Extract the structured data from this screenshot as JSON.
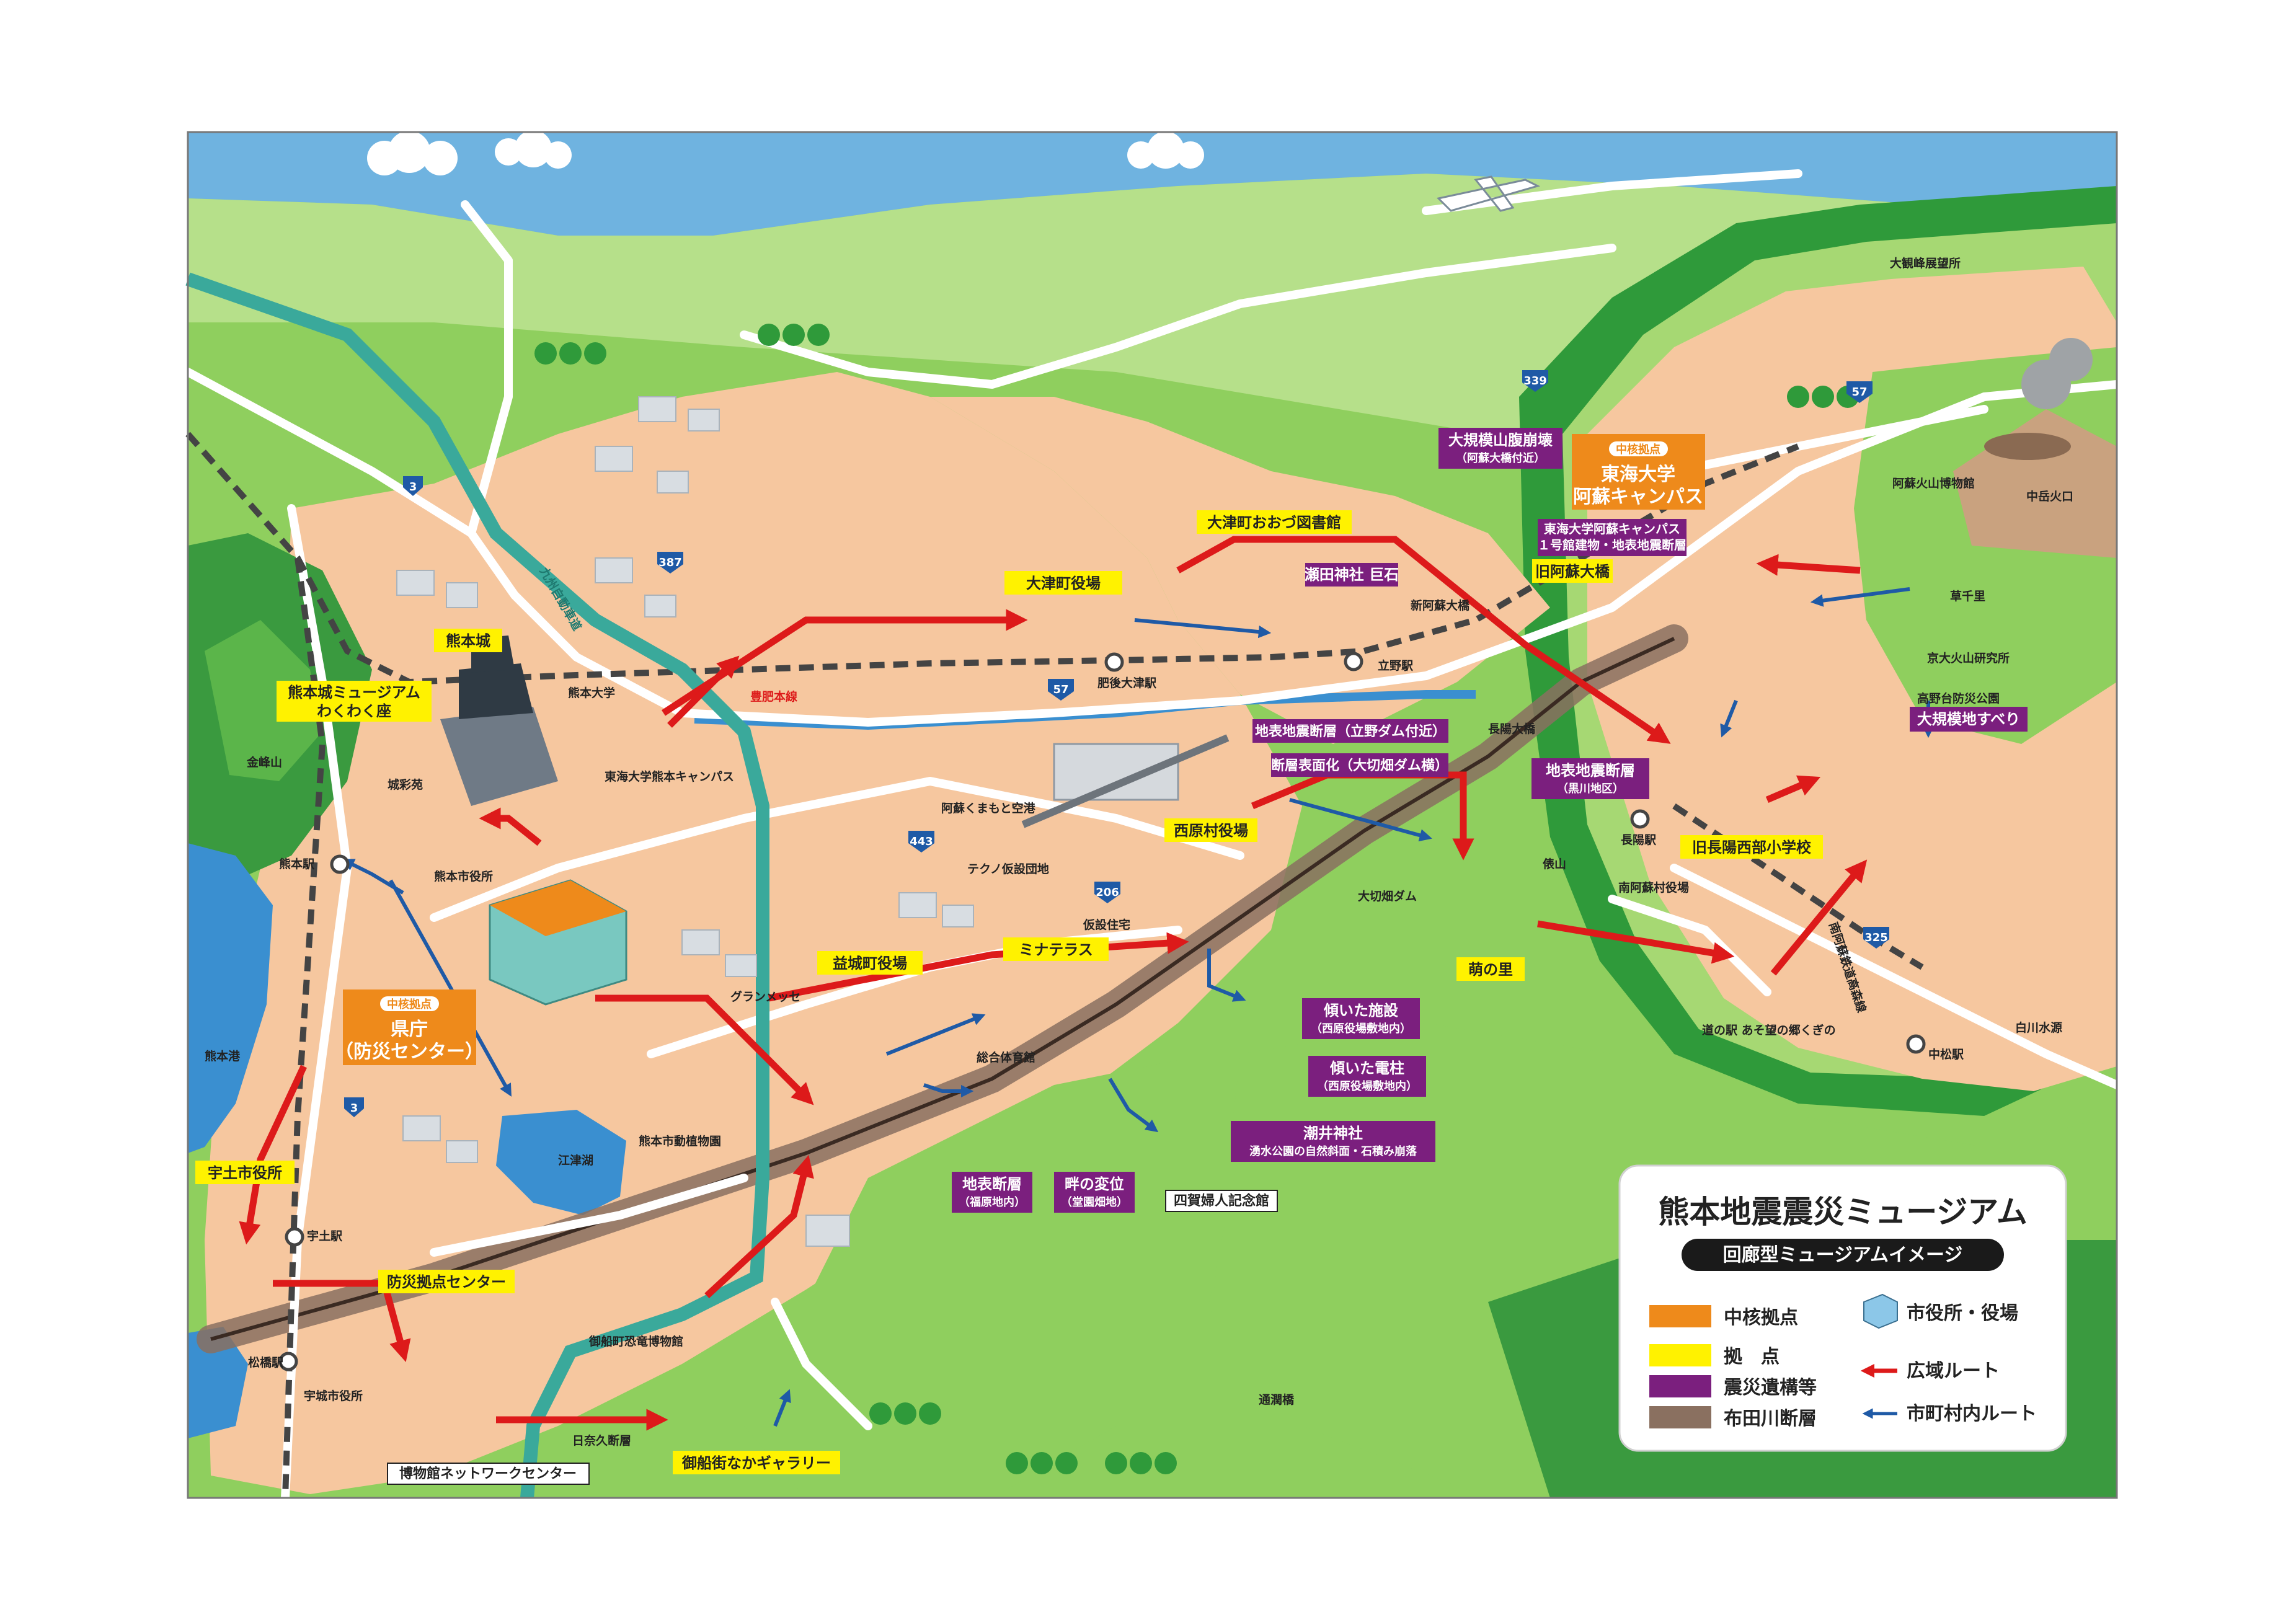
{
  "legend": {
    "title": "熊本地震震災ミュージアム",
    "subtitle": "回廊型ミュージアムイメージ",
    "items": {
      "core": "中核拠点",
      "base": "拠　点",
      "relic": "震災遺構等",
      "fault": "布田川断層",
      "office": "市役所・役場",
      "wide_route": "広域ルート",
      "local_route": "市町村内ルート"
    },
    "colors": {
      "core": "#ee8a1b",
      "base": "#fff200",
      "relic": "#7b1f7e",
      "fault": "#8a7060",
      "wide_route": "#dd1a1a",
      "local_route": "#1f5aa6"
    }
  },
  "core_tag": "中核拠点",
  "labels": {
    "tokai_univ_aso": "東海大学\n阿蘇キャンパス",
    "prefecture": "県庁\n（防災センター）",
    "kumamotojo_museum": "熊本城ミュージアム\nわくわく座",
    "kumamotojo": "熊本城",
    "ozu_office": "大津町役場",
    "ozu_library": "大津町おおづ図書館",
    "seta_shrine": "瀬田神社 巨石",
    "landslide_hon": "大規模山腹崩壊",
    "landslide_hon_sub": "（阿蘇大橋付近）",
    "tokai_bldg": "東海大学阿蘇キャンパス\n１号館建物・地表地震断層",
    "old_aso_bridge": "旧阿蘇大橋",
    "fault_tateno": "地表地震断層（立野ダム付近）",
    "fault_okiri": "断層表面化（大切畑ダム横）",
    "fault_kurokawa": "地表地震断層",
    "fault_kurokawa_sub": "（黒川地区）",
    "old_choyo_school": "旧長陽西部小学校",
    "big_slide": "大規模地すべり",
    "nishihara_office": "西原村役場",
    "moe_no_sato": "萌の里",
    "tilted_facility": "傾いた施設",
    "tilted_facility_sub": "（西原役場敷地内）",
    "tilted_pole": "傾いた電柱",
    "tilted_pole_sub": "（西原役場敷地内）",
    "shioi_shrine": "潮井神社",
    "shioi_shrine_sub": "湧水公園の自然斜面・石積み崩落",
    "fault_fukuhara": "地表断層",
    "fault_fukuhara_sub": "（福原地内）",
    "azeno": "畔の変位",
    "azeno_sub": "（堂園畑地）",
    "yotsuga": "四賀婦人記念館",
    "minaterasu": "ミナテラス",
    "mashiki_office": "益城町役場",
    "uto_office": "宇土市役所",
    "bousai_center": "防災拠点センター",
    "mifune_gallery": "御船街なかギャラリー",
    "museum_network": "博物館ネットワークセンター"
  },
  "places": {
    "kinpozan": "金峰山",
    "kumamoto_station": "熊本駅",
    "kumamoto_port": "熊本港",
    "kumamoto_city_office": "熊本市役所",
    "josaien": "城彩苑",
    "kumamoto_univ": "熊本大学",
    "tokai_kumamoto": "東海大学熊本キャンパス",
    "zoo": "熊本市動植物園",
    "ezuko": "江津湖",
    "uto_station": "宇土駅",
    "matsubase_station": "松橋駅",
    "uki_office": "宇城市役所",
    "higo_ozu_station": "肥後大津駅",
    "hohi_line": "豊肥本線",
    "kyushu_expressway": "九州自動車道",
    "aso_airport": "阿蘇くまもと空港",
    "techno_housing": "テクノ仮設団地",
    "temp_housing": "仮設住宅",
    "grandmesse": "グランメッセ",
    "sports_center": "総合体育館",
    "mifune_dino": "御船町恐竜博物館",
    "hinagu_fault": "日奈久断層",
    "tsujun": "通潤橋",
    "tawarayama": "俵山",
    "okiri_dam": "大切畑ダム",
    "tateno_station": "立野駅",
    "shin_aso_bridge": "新阿蘇大橋",
    "choyo_bridge": "長陽大橋",
    "choyo_station": "長陽駅",
    "minami_aso_office": "南阿蘇村役場",
    "minami_aso_railway": "南阿蘇鉄道高森線",
    "michi_no_eki": "道の駅 あそ望の郷くぎの",
    "nakamatsu_station": "中松駅",
    "shirakawa_spring": "白川水源",
    "kusasenri": "草千里",
    "aso_museum": "阿蘇火山博物館",
    "nakadake": "中岳火口",
    "kyoto_volcano": "京大火山研究所",
    "takanodai": "高野台防災公園",
    "daikanbo": "大観峰展望所"
  },
  "routes": {
    "r3a": "3",
    "r3b": "3",
    "r387": "387",
    "r57a": "57",
    "r57b": "57",
    "r443": "443",
    "r206": "206",
    "r339": "339",
    "r325": "325"
  }
}
